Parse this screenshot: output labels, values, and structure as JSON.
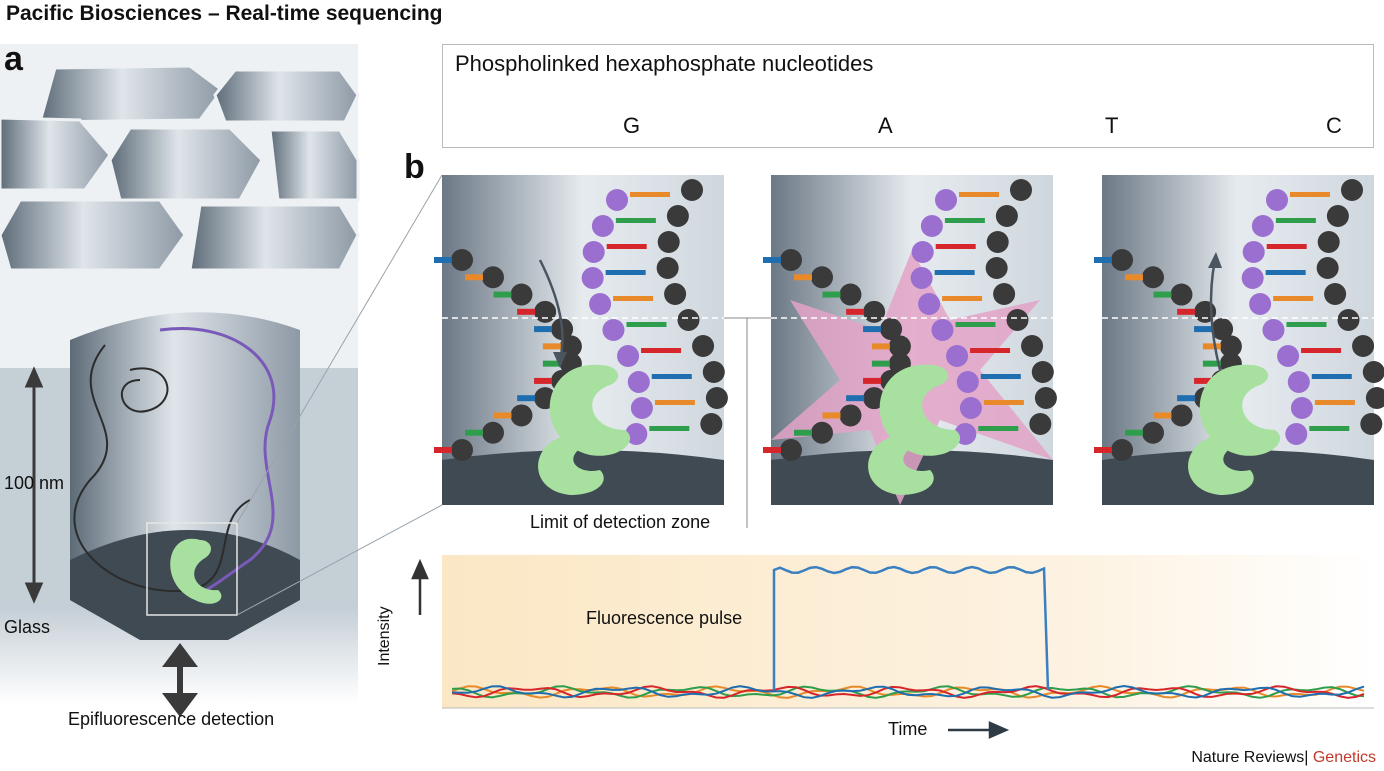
{
  "title": "Pacific Biosciences – Real-time sequencing",
  "panels": {
    "a": "a",
    "b": "b"
  },
  "left_labels": {
    "scale": "100 nm",
    "glass": "Glass",
    "detection": "Epifluorescence detection"
  },
  "legend": {
    "title": "Phospholinked hexaphosphate nucleotides",
    "items": [
      {
        "letter": "G",
        "color": "#1f6fb0"
      },
      {
        "letter": "A",
        "color": "#e88a2a"
      },
      {
        "letter": "T",
        "color": "#2e9e4d"
      },
      {
        "letter": "C",
        "color": "#d6262b"
      }
    ]
  },
  "detection_zone_label": "Limit of detection zone",
  "trace": {
    "pulse_label": "Fluorescence pulse",
    "y_label": "Intensity",
    "x_label": "Time"
  },
  "credit": {
    "journal": "Nature Reviews",
    "section": "Genetics"
  },
  "colors": {
    "polymerase": "#a8e0a0",
    "phosphate": "#9b6fd0",
    "dna_backbone": "#3a3a3a",
    "pulse": "#3a7fc1",
    "flash": "#d44a9a"
  }
}
